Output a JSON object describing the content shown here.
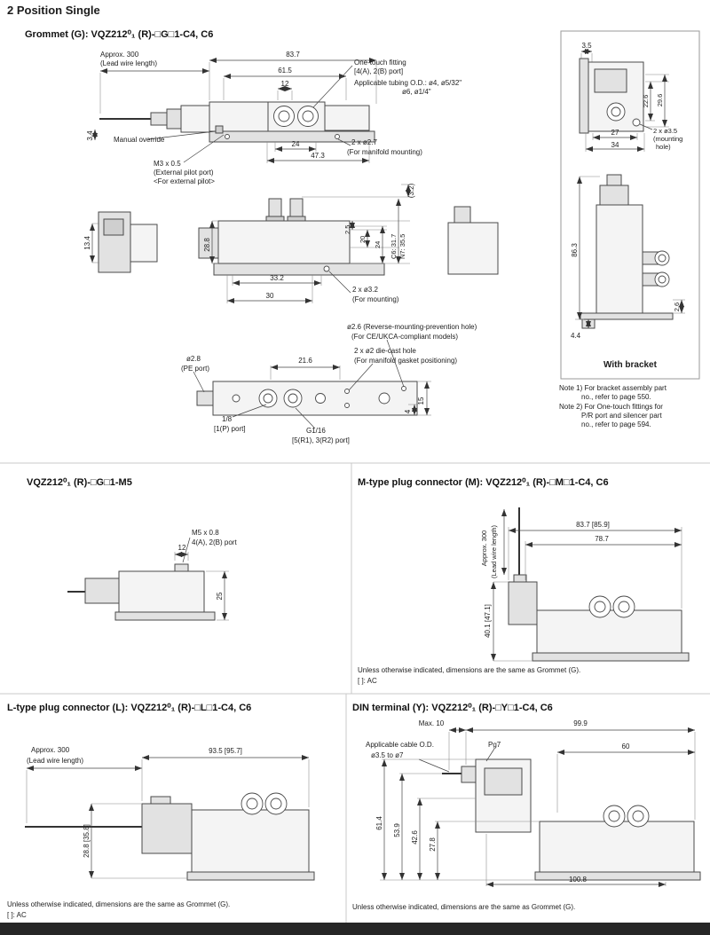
{
  "page": {
    "title": "2 Position Single"
  },
  "grommet": {
    "title": "Grommet (G): VQZ212⁰₁ (R)-□G□1-C4, C6",
    "approx300": "Approx. 300",
    "lead_wire": "(Lead wire length)",
    "dim_83_7": "83.7",
    "dim_61_5": "61.5",
    "dim_12": "12",
    "one_touch_fitting": "One-touch fitting",
    "port_4a_2b": "[4(A), 2(B) port]",
    "tubing_od_1": "Applicable tubing O.D.: ø4, ø5/32\"",
    "tubing_od_2": "ø6, ø1/4\"",
    "dim_3_4": "3.4",
    "manual_override": "Manual override",
    "m3x0_5": "M3 x 0.5",
    "external_pilot_port": "(External pilot port)",
    "for_external_pilot": "<For external pilot>",
    "dim_24_top": "24",
    "dim_47_3": "47.3",
    "hole_2x2_7": "2 x ø2.7",
    "for_manifold_mounting": "(For manifold mounting)",
    "dim_3_2_paren": "(3.2)",
    "dim_13_4": "13.4",
    "dim_28_8": "28.8",
    "dim_2_5": "2.5",
    "dim_20": "20",
    "dim_24_side": "24",
    "c6_31_7": "C6: 31.7",
    "n7_35_5": "N7: 35.5",
    "dim_33_2": "33.2",
    "dim_30": "30",
    "hole_2x3_2": "2 x ø3.2",
    "for_mounting": "(For mounting)",
    "dia_2_8": "ø2.8",
    "pe_port": "(PE port)",
    "dim_21_6": "21.6",
    "reverse_hole": "ø2.6 (Reverse-mounting-prevention hole)",
    "ce_ukca": "(For CE/UKCA-compliant models)",
    "die_cast_hole": "2 x ø2 die-cast hole",
    "gasket_positioning": "(For manifold gasket positioning)",
    "dim_15": "15",
    "dim_4": "4",
    "p_1_8": "1/8",
    "p_port": "[1(P) port]",
    "g_1_16": "G1/16",
    "r_ports": "[5(R1), 3(R2) port]"
  },
  "bracket": {
    "dim_3_5": "3.5",
    "dim_22_6": "22.6",
    "dim_29_6": "29.6",
    "dim_27": "27",
    "dim_34": "34",
    "hole_2x3_5": "2 x ø3.5",
    "mounting_1": "(mounting",
    "mounting_2": "hole)",
    "dim_86_3": "86.3",
    "dim_2_6": "2.6",
    "dim_4_4": "4.4",
    "caption": "With bracket"
  },
  "notes": {
    "note1_l1": "Note 1) For bracket assembly part",
    "note1_l2": "no., refer to page 550.",
    "note2_l1": "Note 2) For One-touch fittings for",
    "note2_l2": "P/R port and silencer part",
    "note2_l3": "no., refer to page 594."
  },
  "m5": {
    "title": "VQZ212⁰₁ (R)-□G□1-M5",
    "m5x0_8": "M5 x 0.8",
    "port_4a_2b": "4(A), 2(B) port",
    "dim_12": "12",
    "dim_25": "25"
  },
  "mtype": {
    "title": "M-type plug connector (M): VQZ212⁰₁ (R)-□M□1-C4, C6",
    "approx300": "Approx. 300",
    "lead_wire": "(Lead wire length)",
    "dim_83_7": "83.7 [85.9]",
    "dim_78_7": "78.7",
    "dim_40_1": "40.1 [47.1]",
    "note": "Unless otherwise indicated, dimensions are the same as Grommet (G).",
    "ac": "[   ]: AC"
  },
  "ltype": {
    "title": "L-type plug connector (L): VQZ212⁰₁ (R)-□L□1-C4, C6",
    "approx300": "Approx. 300",
    "lead_wire": "(Lead wire length)",
    "dim_93_5": "93.5 [95.7]",
    "dim_28_8": "28.8 [35.8]",
    "note": "Unless otherwise indicated, dimensions are the same as Grommet (G).",
    "ac": "[   ]: AC"
  },
  "din": {
    "title": "DIN terminal (Y): VQZ212⁰₁ (R)-□Y□1-C4, C6",
    "max_10": "Max. 10",
    "dim_99_9": "99.9",
    "cable_od_1": "Applicable cable O.D.",
    "cable_od_2": "ø3.5 to ø7",
    "pg7": "Pg7",
    "dim_60": "60",
    "dim_61_4": "61.4",
    "dim_53_9": "53.9",
    "dim_42_6": "42.6",
    "dim_27_8": "27.8",
    "dim_100_8": "100.8",
    "note": "Unless otherwise indicated, dimensions are the same as Grommet (G)."
  }
}
